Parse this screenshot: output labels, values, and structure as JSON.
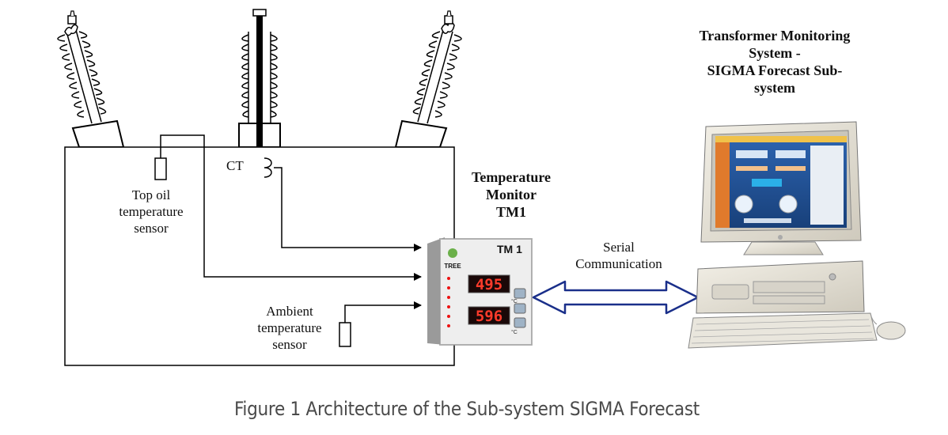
{
  "labels": {
    "top_oil": [
      "Top oil",
      "temperature",
      "sensor"
    ],
    "ct": "CT",
    "ambient": [
      "Ambient",
      "temperature",
      "sensor"
    ],
    "temp_monitor": [
      "Temperature",
      "Monitor",
      "TM1"
    ],
    "serial": [
      "Serial",
      "Communication"
    ],
    "tms": [
      "Transformer Monitoring",
      "System -",
      "SIGMA Forecast Sub-",
      "system"
    ]
  },
  "device": {
    "brand": "TREE",
    "model": "TM 1",
    "display_top": "495",
    "display_bottom": "596",
    "unit": "°C"
  },
  "caption": "Figure 1  Architecture of the Sub-system SIGMA Forecast"
}
